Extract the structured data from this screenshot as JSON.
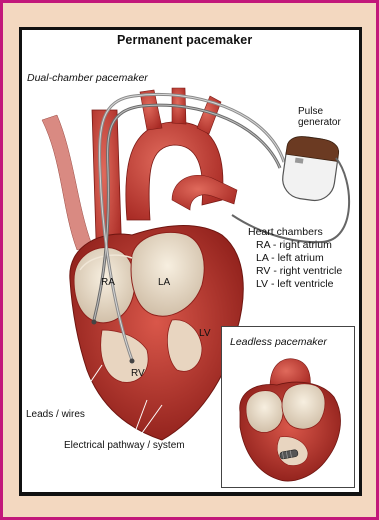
{
  "figure": {
    "title": "Permanent pacemaker",
    "subtitle": "Dual-chamber pacemaker",
    "generator_label_line1": "Pulse",
    "generator_label_line2": "generator",
    "chambers": {
      "heading": "Heart chambers",
      "items": [
        "RA - right atrium",
        "LA - left atrium",
        "RV - right ventricle",
        "LV - left ventricle"
      ]
    },
    "heart_labels": {
      "ra": "RA",
      "la": "LA",
      "rv": "RV",
      "lv": "LV"
    },
    "leads_label": "Leads / wires",
    "pathway_label": "Electrical pathway / system",
    "inset_title": "Leadless pacemaker"
  },
  "colors": {
    "border": "#c2187a",
    "background": "#f3d8c0",
    "heart": "#b8322a",
    "vessel": "#c9403a"
  }
}
